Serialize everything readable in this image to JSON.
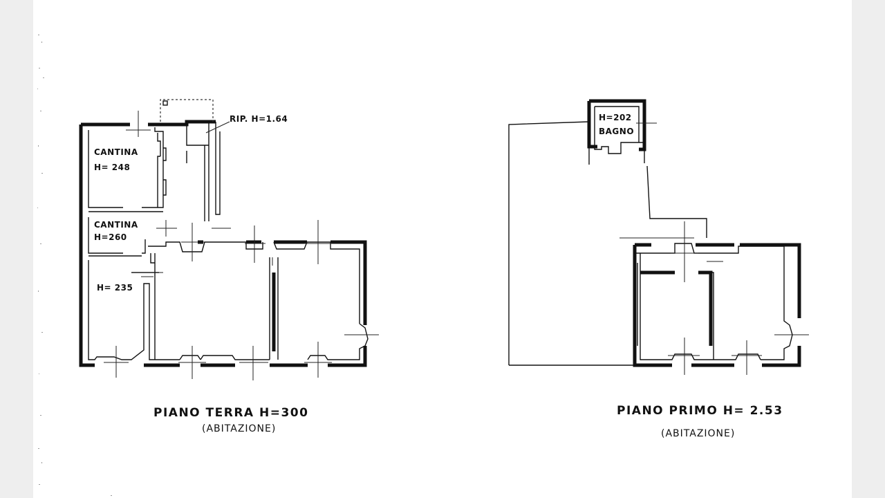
{
  "plans": {
    "ground": {
      "title": "PIANO TERRA H=300",
      "subtitle": "(ABITAZIONE)",
      "rooms": {
        "ripostiglio": "RIP. H=1.64",
        "cantina_1_name": "CANTINA",
        "cantina_1_height": "H= 248",
        "cantina_2_name": "CANTINA",
        "cantina_2_height": "H=260",
        "room_height": "H= 235"
      }
    },
    "first": {
      "title": "PIANO PRIMO H= 2.53",
      "subtitle": "(ABITAZIONE)",
      "rooms": {
        "bagno_height": "H=202",
        "bagno_name": "BAGNO"
      }
    }
  }
}
